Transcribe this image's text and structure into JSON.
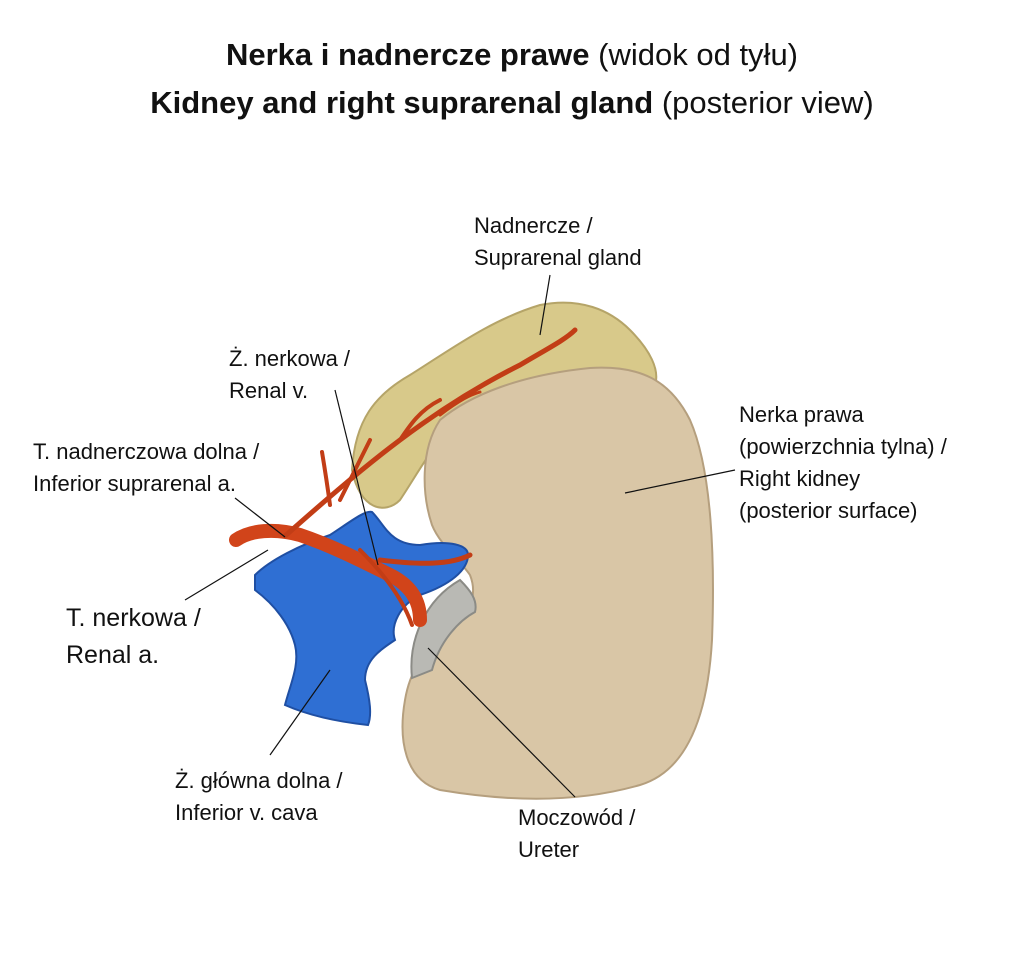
{
  "title": {
    "line1_bold": "Nerka i nadnercze prawe",
    "line1_normal": "(widok od tyłu)",
    "line2_bold": "Kidney and right suprarenal gland",
    "line2_normal": "(posterior view)"
  },
  "labels": {
    "suprarenal": {
      "line1": "Nadnercze /",
      "line2": "Suprarenal gland"
    },
    "renal_vein": {
      "line1": "Ż. nerkowa /",
      "line2": "Renal v."
    },
    "inf_suprarenal_artery": {
      "line1": "T. nadnerczowa dolna /",
      "line2": "Inferior suprarenal a."
    },
    "renal_artery": {
      "line1": "T. nerkowa /",
      "line2": "Renal a."
    },
    "ivc": {
      "line1": "Ż. główna dolna /",
      "line2": "Inferior v. cava"
    },
    "ureter": {
      "line1": "Moczowód /",
      "line2": "Ureter"
    },
    "kidney": {
      "line1": "Nerka prawa",
      "line2": "(powierzchnia tylna) /",
      "line3": "Right kidney",
      "line4": "(posterior surface)"
    }
  },
  "colors": {
    "kidney": "#d9c6a6",
    "suprarenal": "#d8c98a",
    "vein": "#2f6fd3",
    "artery": "#d1441a",
    "ureter": "#b9b9b4"
  }
}
